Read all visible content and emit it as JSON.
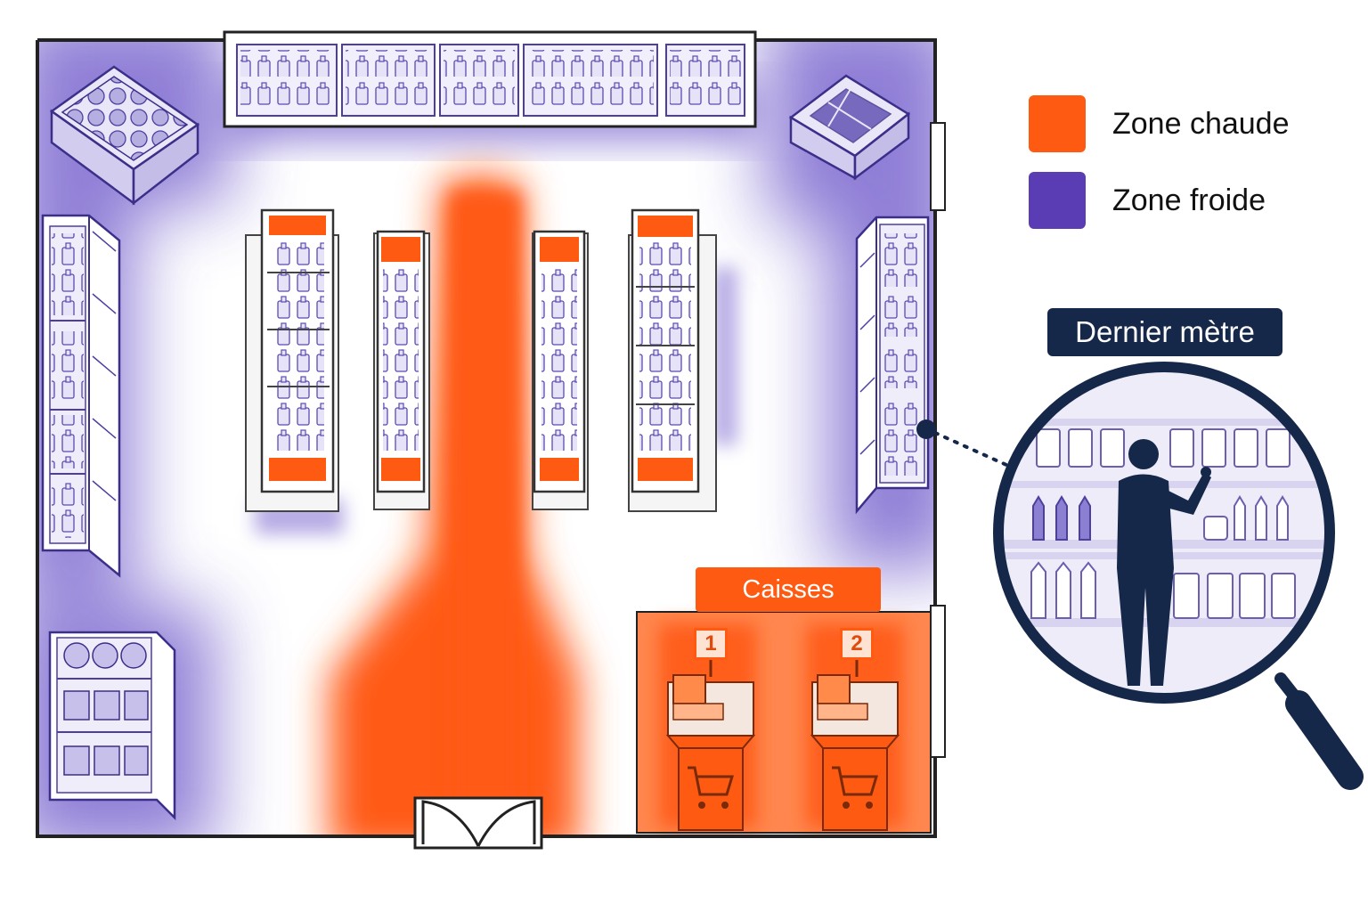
{
  "legend": {
    "hot": {
      "label": "Zone chaude",
      "color": "#ff5a12"
    },
    "cold": {
      "label": "Zone froide",
      "color": "#5a3db4"
    }
  },
  "callout": {
    "label": "Dernier mètre"
  },
  "checkout": {
    "label": "Caisses",
    "registers": [
      "1",
      "2"
    ]
  },
  "colors": {
    "navy": "#16284a",
    "hot": "#ff5a12",
    "cold": "#5a3db4",
    "wall": "#222222"
  }
}
